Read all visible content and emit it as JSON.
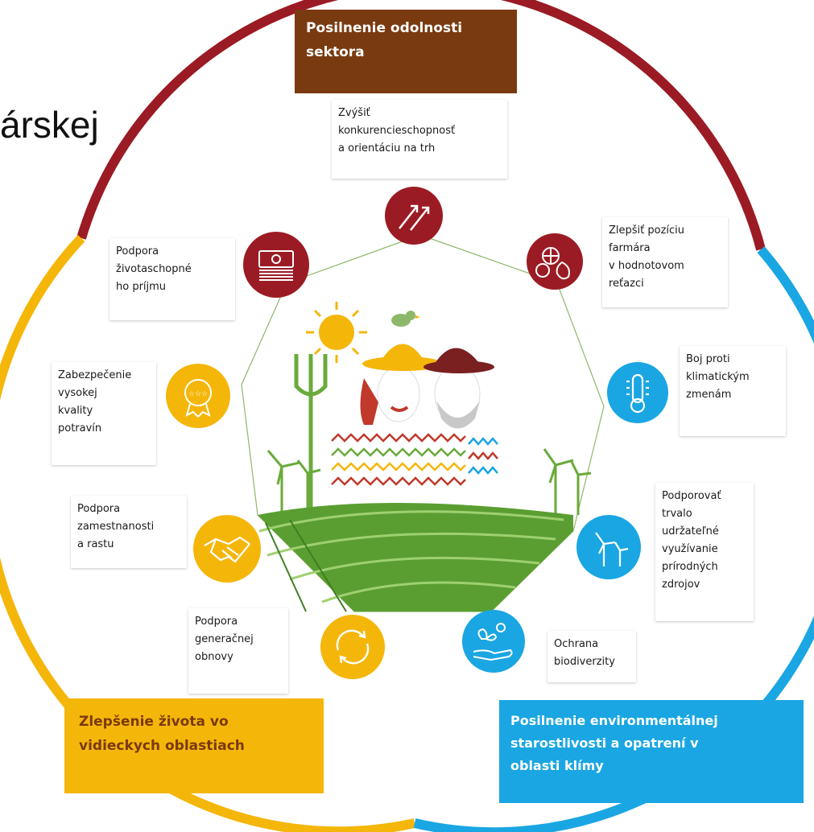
{
  "background_fragment": "árskej",
  "headers": {
    "top": "Posilnenie odolnosti\nsektora",
    "bottom_left": "Zlepšenie života vo\nvidieckych oblastiach",
    "bottom_right": "Posilnenie environmentálnej\nstarostlivosti a opatrení v\noblasti klímy"
  },
  "objectives": [
    {
      "key": "competitiveness",
      "text": "Zvýšiť\nkonkurencieschopnosť\na orientáciu na trh",
      "icon": "trend-arrows-icon",
      "color": "#9b1b24"
    },
    {
      "key": "farmer_position",
      "text": "Zlepšiť pozíciu\nfarmára\nv hodnotovom\nreťazci",
      "icon": "fruit-icon",
      "color": "#9b1b24"
    },
    {
      "key": "climate",
      "text": "Boj proti\nklimatickým\nzmenám",
      "icon": "thermometer-icon",
      "color": "#1aa6e2"
    },
    {
      "key": "resources",
      "text": "Podporovať\ntrvalo\nudržateľné\nvyužívanie\nprírodných\nzdrojov",
      "icon": "wind-turbine-icon",
      "color": "#1aa6e2"
    },
    {
      "key": "biodiversity",
      "text": "Ochrana\nbiodiverzity",
      "icon": "butterfly-hand-icon",
      "color": "#1aa6e2"
    },
    {
      "key": "generational",
      "text": "Podpora\ngeneračnej\nobnovy",
      "icon": "renewal-arrows-icon",
      "color": "#f5b60a"
    },
    {
      "key": "employment",
      "text": "Podpora\nzamestnanosti\na rastu",
      "icon": "handshake-icon",
      "color": "#f5b60a"
    },
    {
      "key": "food_quality",
      "text": "Zabezpečenie\nvysokej\nkvality\npotravín",
      "icon": "quality-badge-icon",
      "color": "#f5b60a"
    },
    {
      "key": "income",
      "text": "Podpora\nživotaschopné\nho príjmu",
      "icon": "money-stack-icon",
      "color": "#9b1b24"
    }
  ],
  "colors": {
    "resilience": "#7a3a10",
    "rural": "#f5b60a",
    "environment": "#1aa6e2",
    "ring_red": "#9b1b24",
    "field": "#5a9e32"
  }
}
